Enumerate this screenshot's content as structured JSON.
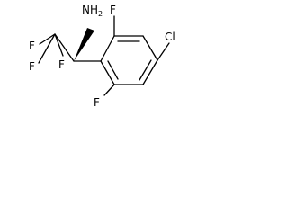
{
  "molecule": {
    "labels": {
      "nh2_main": "NH",
      "nh2_sub": "2",
      "f_top": "F",
      "cl": "Cl",
      "f_cf3_left": "F",
      "f_cf3_bottom_left": "F",
      "f_cf3_bottom": "F",
      "f_bottom_ring": "F"
    },
    "colors": {
      "line": "#000000",
      "background": "#ffffff"
    },
    "stereo": "wedge bond from chiral carbon to NH2"
  }
}
